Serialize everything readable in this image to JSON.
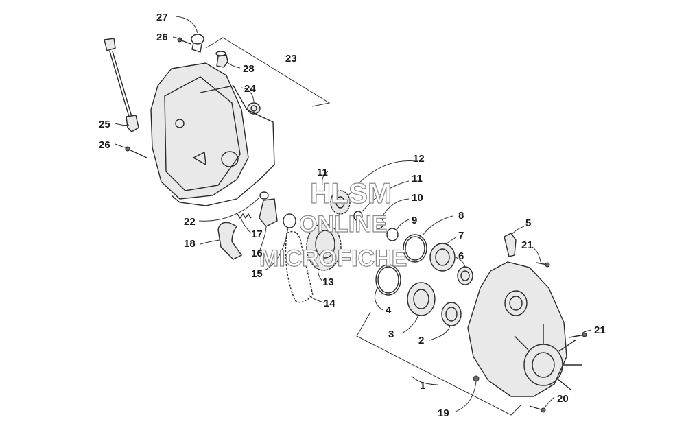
{
  "watermark": {
    "line1": "HLSM",
    "line2": "ONLINE",
    "line3": "MICROFICHE"
  },
  "callouts": [
    "27",
    "26",
    "23",
    "28",
    "24",
    "25",
    "26",
    "12",
    "11",
    "11",
    "10",
    "9",
    "8",
    "5",
    "7",
    "21",
    "6",
    "22",
    "17",
    "18",
    "16",
    "15",
    "13",
    "14",
    "4",
    "3",
    "2",
    "21",
    "1",
    "20",
    "19"
  ]
}
